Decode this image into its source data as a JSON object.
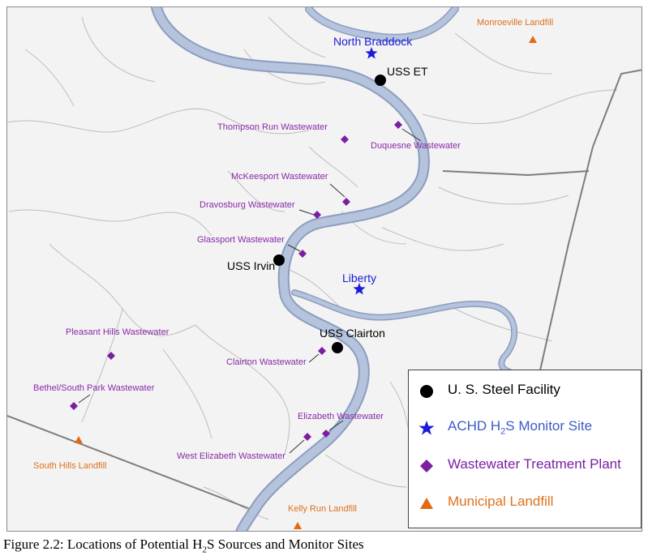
{
  "colors": {
    "river": "#b5c3dc",
    "river_edge": "#8b9dc0",
    "steel": "#000000",
    "monitor": "#1a1adb",
    "wastewater": "#7a1fa2",
    "wastewater_text": "#8a2aa8",
    "landfill": "#e36a12",
    "landfill_text": "#e0701d",
    "county_line": "#7d7d7d",
    "boundary": "#bbbbbb"
  },
  "markers": {
    "steel": [
      {
        "id": "uss-et",
        "label": "USS ET"
      },
      {
        "id": "uss-irvin",
        "label": "USS Irvin"
      },
      {
        "id": "uss-clairton",
        "label": "USS Clairton"
      }
    ],
    "monitors": [
      {
        "id": "north-braddock",
        "label": "North Braddock"
      },
      {
        "id": "liberty",
        "label": "Liberty"
      }
    ],
    "wastewater": [
      {
        "id": "thompson-run",
        "label": "Thompson Run Wastewater"
      },
      {
        "id": "duquesne",
        "label": "Duquesne Wastewater"
      },
      {
        "id": "mckeesport",
        "label": "McKeesport Wastewater"
      },
      {
        "id": "dravosburg",
        "label": "Dravosburg Wastewater"
      },
      {
        "id": "glassport",
        "label": "Glassport Wastewater"
      },
      {
        "id": "pleasant-hills",
        "label": "Pleasant Hills Wastewater"
      },
      {
        "id": "clairton",
        "label": "Clairton Wastewater"
      },
      {
        "id": "bethel-south-park",
        "label": "Bethel/South Park Wastewater"
      },
      {
        "id": "elizabeth",
        "label": "Elizabeth Wastewater"
      },
      {
        "id": "west-elizabeth",
        "label": "West Elizabeth Wastewater"
      }
    ],
    "landfills": [
      {
        "id": "monroeville",
        "label": "Monroeville Landfill"
      },
      {
        "id": "south-hills",
        "label": "South Hills Landfill"
      },
      {
        "id": "kelly-run",
        "label": "Kelly Run Landfill"
      }
    ]
  },
  "legend": {
    "steel": "U. S. Steel Facility",
    "monitor_prefix": "ACHD H",
    "monitor_sub": "2",
    "monitor_suffix": "S Monitor Site",
    "wastewater": "Wastewater Treatment Plant",
    "landfill": "Municipal Landfill"
  },
  "caption": {
    "prefix": "Figure 2.2: Locations of Potential H",
    "sub": "2",
    "suffix": "S Sources and Monitor Sites"
  }
}
